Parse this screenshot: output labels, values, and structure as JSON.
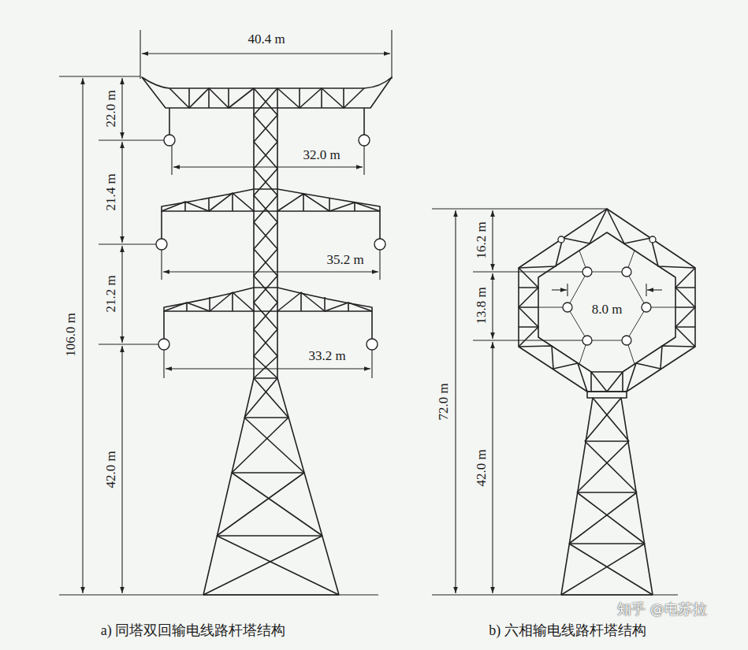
{
  "diagram": {
    "labels": [
      "40.4 m",
      "22.0 m",
      "32.0 m",
      "21.4 m",
      "35.2 m",
      "21.2 m",
      "33.2 m",
      "106.0 m",
      "42.0 m",
      "72.0 m",
      "16.2 m",
      "13.8 m",
      "8.0 m",
      "42.0 m",
      "a) 同塔双回输电线路杆塔结构",
      "b) 六相输电线路杆塔结构",
      "知乎 @电苏拉"
    ]
  }
}
